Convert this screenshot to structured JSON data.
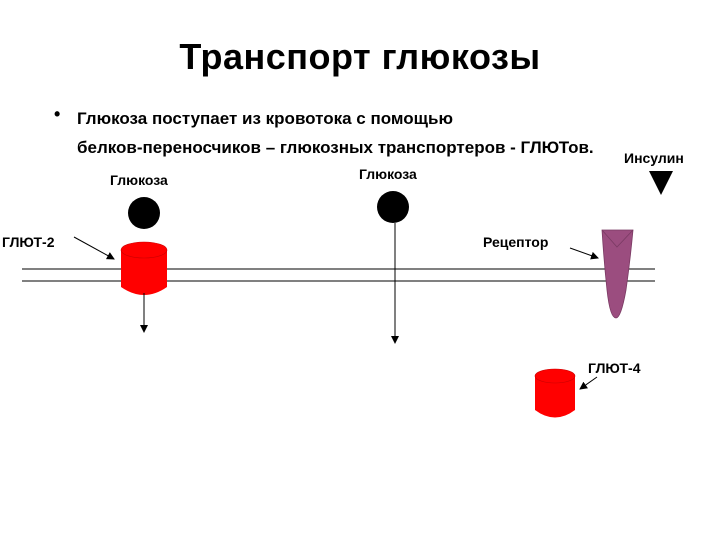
{
  "title": "Транспорт глюкозы",
  "bullet": {
    "symbol": "•",
    "line1": "Глюкоза поступает из кровотока с помощью",
    "line2": "белков-переносчиков – глюкозных транспортеров - ГЛЮТов."
  },
  "labels": {
    "glucose_left": "Глюкоза",
    "glucose_center": "Глюкоза",
    "insulin": "Инсулин",
    "glut2": "ГЛЮТ-2",
    "receptor": "Рецептор",
    "glut4": "ГЛЮТ-4"
  },
  "colors": {
    "transporter": "#ff0000",
    "receptor": "#9b4d7f",
    "glucose": "#000000"
  }
}
